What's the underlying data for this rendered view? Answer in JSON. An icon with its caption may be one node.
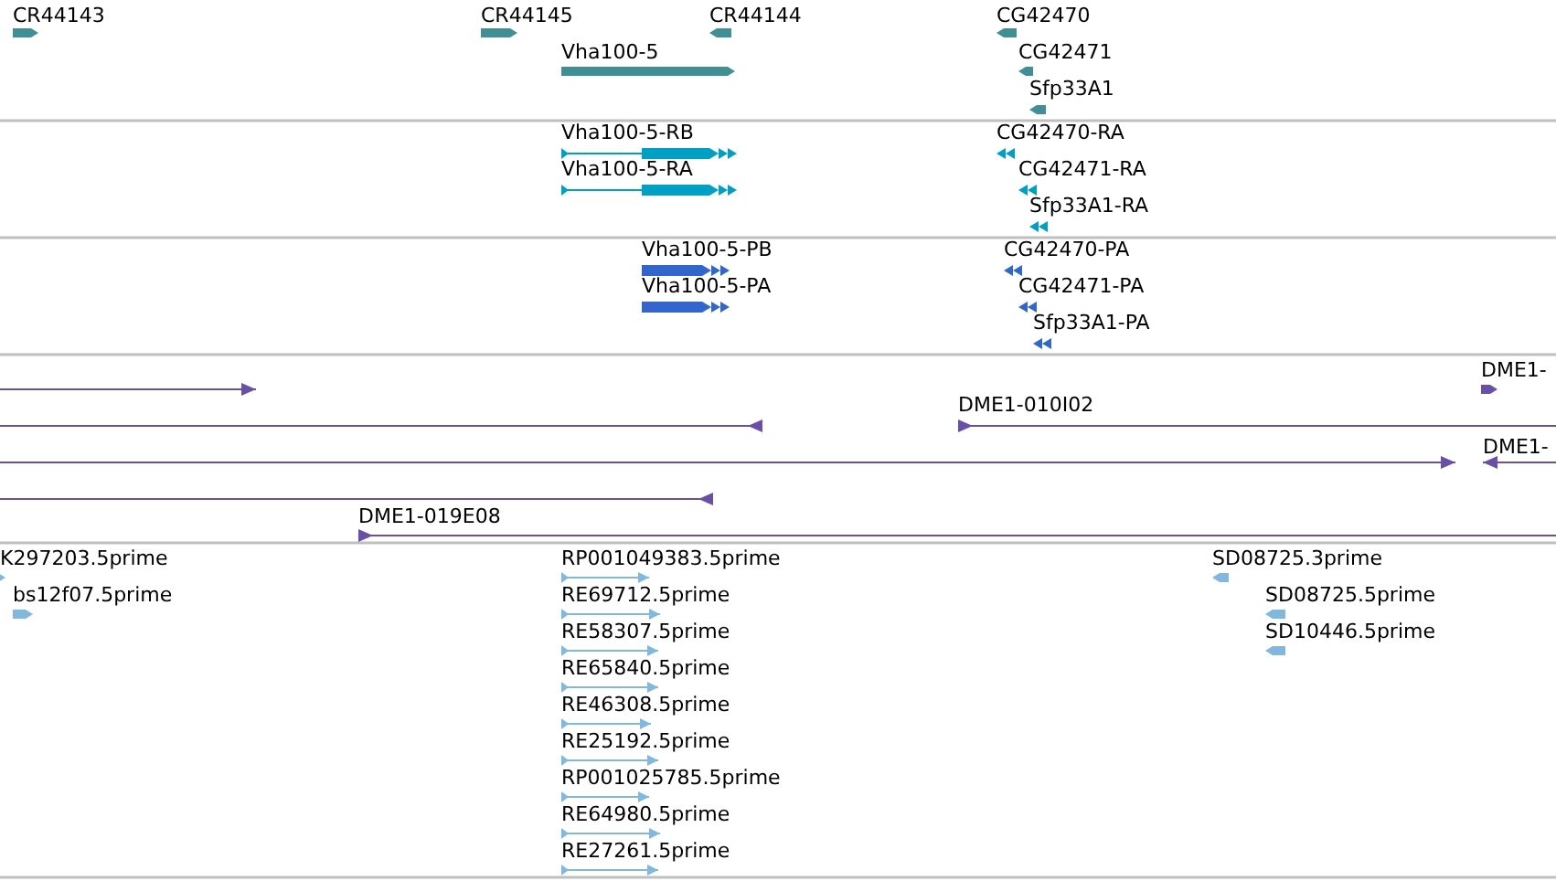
{
  "diagram": {
    "labels": [
      "CR44143",
      "CR44145",
      "CR44144",
      "CG42470",
      "Vha100-5",
      "CG42471",
      "Sfp33A1",
      "Vha100-5-RB",
      "CG42470-RA",
      "Vha100-5-RA",
      "CG42471-RA",
      "Sfp33A1-RA",
      "Vha100-5-PB",
      "CG42470-PA",
      "Vha100-5-PA",
      "CG42471-PA",
      "Sfp33A1-PA",
      "DME1-",
      "DME1-010I02",
      "DME1-",
      "DME1-019E08",
      "K297203.5prime",
      "RP001049383.5prime",
      "SD08725.3prime",
      "bs12f07.5prime",
      "RE69712.5prime",
      "SD08725.5prime",
      "RE58307.5prime",
      "SD10446.5prime",
      "RE65840.5prime",
      "RE46308.5prime",
      "RE25192.5prime",
      "RP001025785.5prime",
      "RE64980.5prime",
      "RE27261.5prime"
    ]
  }
}
